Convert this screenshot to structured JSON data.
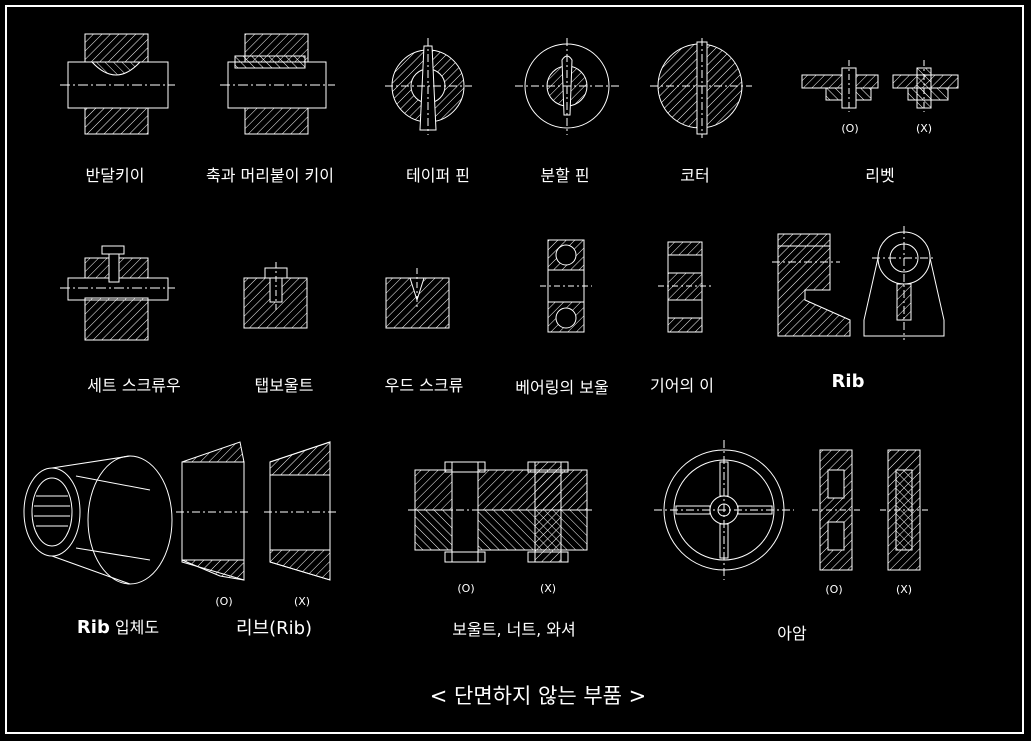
{
  "diagram": {
    "title": "< 단면하지 않는 부품 >",
    "row1": {
      "half_moon_key": "반달키이",
      "shaft_head_key": "축과 머리붙이 키이",
      "taper_pin": "테이퍼 핀",
      "split_pin": "분할 핀",
      "cotter": "코터",
      "rivet": "리벳",
      "rivet_o": "(O)",
      "rivet_x": "(X)"
    },
    "row2": {
      "set_screw": "세트 스크류우",
      "tap_bolt": "탭보울트",
      "wood_screw": "우드 스크류",
      "bearing_ball": "베어링의 보울",
      "gear_tooth": "기어의 이",
      "rib": "Rib"
    },
    "row3": {
      "rib_iso_bold": "Rib",
      "rib_iso_rest": " 입체도",
      "rib_label": "리브(Rib)",
      "rib_o": "(O)",
      "rib_x": "(X)",
      "bolt_nut_washer": "보울트, 너트, 와셔",
      "bolt_o": "(O)",
      "bolt_x": "(X)",
      "arm": "아암",
      "arm_o": "(O)",
      "arm_x": "(X)"
    }
  },
  "colors": {
    "background": "#000000",
    "line": "#ffffff"
  }
}
